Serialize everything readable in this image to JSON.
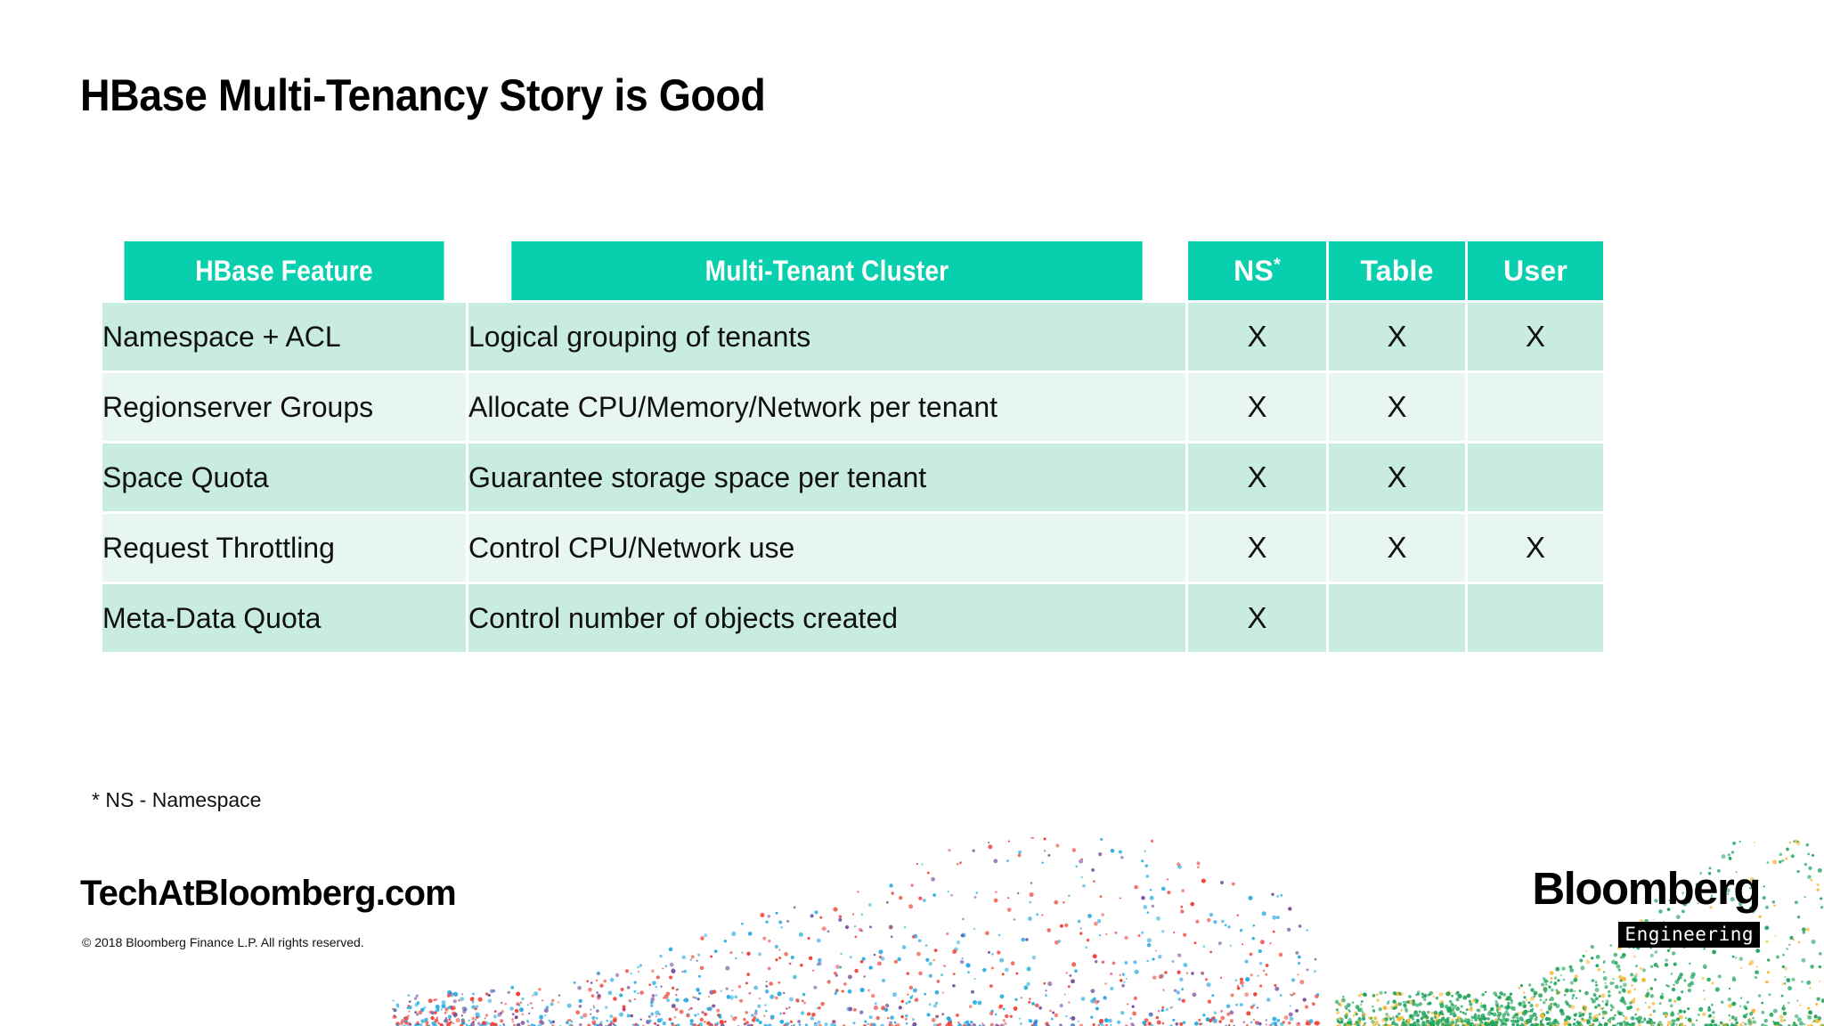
{
  "slide": {
    "title": "HBase Multi-Tenancy Story is Good",
    "footnote": "* NS - Namespace"
  },
  "table": {
    "headers": [
      {
        "label": "HBase Feature",
        "sup": ""
      },
      {
        "label": "Multi-Tenant Cluster",
        "sup": ""
      },
      {
        "label": "NS",
        "sup": "*"
      },
      {
        "label": "Table",
        "sup": ""
      },
      {
        "label": "User",
        "sup": ""
      }
    ],
    "rows": [
      {
        "feature": "Namespace + ACL",
        "cluster": "Logical grouping of tenants",
        "ns": "X",
        "table": "X",
        "user": "X"
      },
      {
        "feature": "Regionserver Groups",
        "cluster": "Allocate CPU/Memory/Network per tenant",
        "ns": "X",
        "table": "X",
        "user": ""
      },
      {
        "feature": "Space Quota",
        "cluster": "Guarantee storage space per tenant",
        "ns": "X",
        "table": "X",
        "user": ""
      },
      {
        "feature": "Request Throttling",
        "cluster": "Control CPU/Network use",
        "ns": "X",
        "table": "X",
        "user": "X"
      },
      {
        "feature": "Meta-Data Quota",
        "cluster": "Control number of objects created",
        "ns": "X",
        "table": "",
        "user": ""
      }
    ]
  },
  "footer": {
    "brand": "TechAtBloomberg.com",
    "copyright": "© 2018 Bloomberg Finance L.P. All rights reserved.",
    "logo_wordmark": "Bloomberg",
    "logo_subtitle": "Engineering"
  },
  "colors": {
    "header_teal": "#08cfad",
    "row_dark": "#c9ece0",
    "row_light": "#e7f6f0",
    "text_dark": "#101010",
    "dot_red": "#ef4136",
    "dot_blue": "#29abe2",
    "dot_purple": "#7a4f9e",
    "dot_green": "#22a45d",
    "dot_yellow": "#f5b731"
  }
}
